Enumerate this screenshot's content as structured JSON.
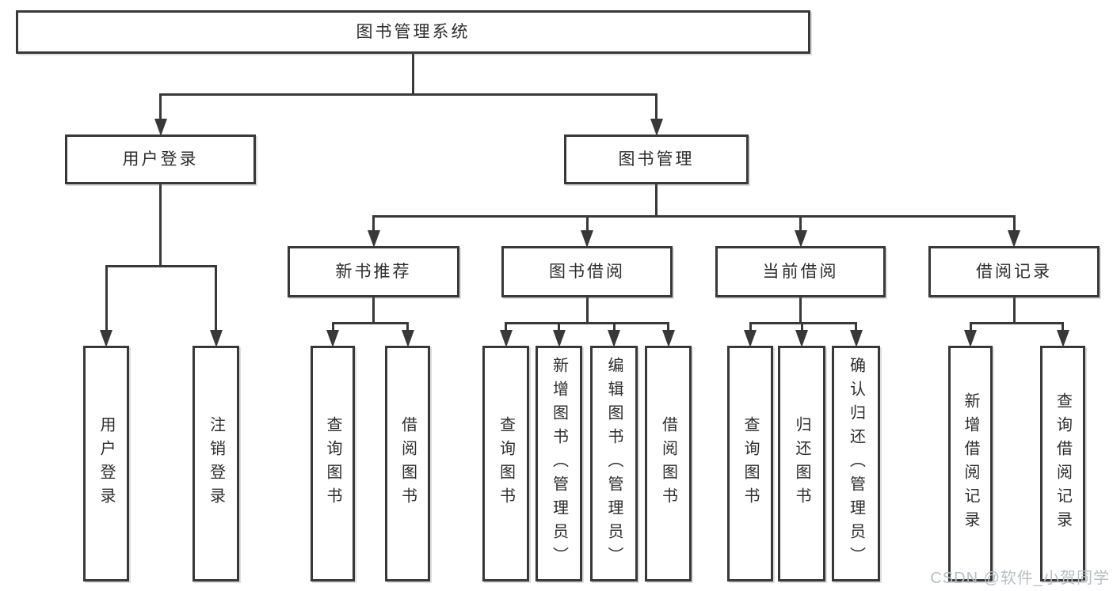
{
  "diagram": {
    "title": "图书管理系统",
    "nodes": [
      {
        "id": "root",
        "label": "图书管理系统",
        "level": 1
      },
      {
        "id": "user-login",
        "label": "用户登录",
        "level": 2,
        "parent": "root"
      },
      {
        "id": "book-mgmt",
        "label": "图书管理",
        "level": 2,
        "parent": "root"
      },
      {
        "id": "new-book-rec",
        "label": "新书推荐",
        "level": 3,
        "parent": "book-mgmt"
      },
      {
        "id": "book-borrow",
        "label": "图书借阅",
        "level": 3,
        "parent": "book-mgmt"
      },
      {
        "id": "current-borrow",
        "label": "当前借阅",
        "level": 3,
        "parent": "book-mgmt"
      },
      {
        "id": "borrow-records",
        "label": "借阅记录",
        "level": 3,
        "parent": "book-mgmt"
      },
      {
        "id": "leaf-user-login",
        "label": "用户登录",
        "level": 4,
        "parent": "user-login"
      },
      {
        "id": "leaf-logout",
        "label": "注销登录",
        "level": 4,
        "parent": "user-login"
      },
      {
        "id": "leaf-query-book-1",
        "label": "查询图书",
        "level": 4,
        "parent": "new-book-rec"
      },
      {
        "id": "leaf-borrow-book-1",
        "label": "借阅图书",
        "level": 4,
        "parent": "new-book-rec"
      },
      {
        "id": "leaf-query-book-2",
        "label": "查询图书",
        "level": 4,
        "parent": "book-borrow"
      },
      {
        "id": "leaf-add-book",
        "label": "新增图书（管理员）",
        "level": 4,
        "parent": "book-borrow"
      },
      {
        "id": "leaf-edit-book",
        "label": "编辑图书（管理员）",
        "level": 4,
        "parent": "book-borrow"
      },
      {
        "id": "leaf-borrow-book-2",
        "label": "借阅图书",
        "level": 4,
        "parent": "book-borrow"
      },
      {
        "id": "leaf-query-book-3",
        "label": "查询图书",
        "level": 4,
        "parent": "current-borrow"
      },
      {
        "id": "leaf-return-book",
        "label": "归还图书",
        "level": 4,
        "parent": "current-borrow"
      },
      {
        "id": "leaf-confirm-return",
        "label": "确认归还（管理员）",
        "level": 4,
        "parent": "current-borrow"
      },
      {
        "id": "leaf-add-borrow-record",
        "label": "新增借阅记录",
        "level": 4,
        "parent": "borrow-records"
      },
      {
        "id": "leaf-query-borrow-record",
        "label": "查询借阅记录",
        "level": 4,
        "parent": "borrow-records"
      }
    ],
    "colors": {
      "line": "#383838",
      "text": "#2d2d2d",
      "background": "#ffffff",
      "watermark": "#b9bec4"
    }
  },
  "watermark": {
    "text": "CSDN @软件_小贺同学"
  }
}
